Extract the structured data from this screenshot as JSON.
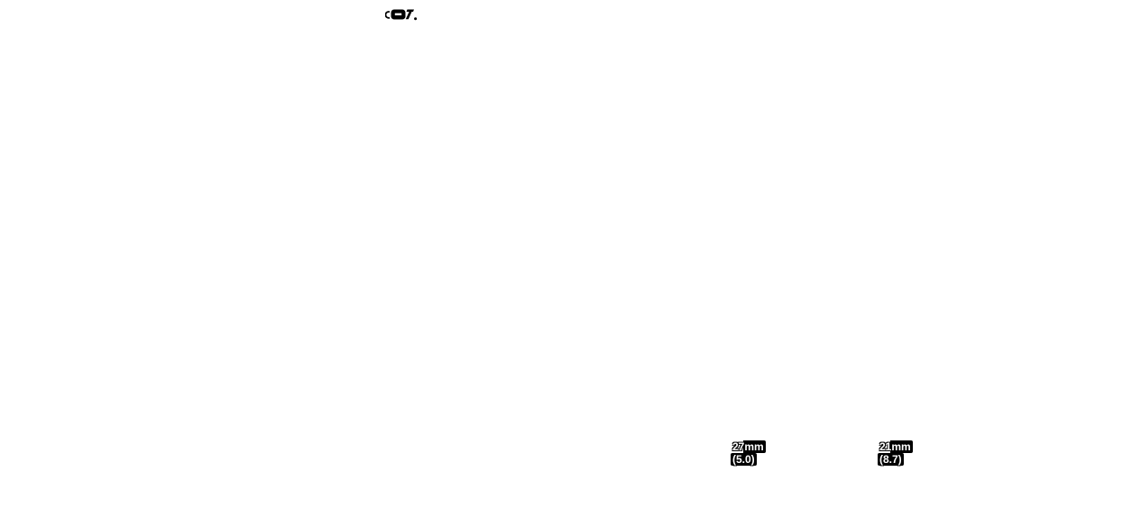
{
  "page": {
    "background_color": "#ffffff"
  },
  "top_glyph": {
    "description": "tiny dark glyph cluster: c-mark, dark pill with white dash, slash mark, dot",
    "icons": [
      "c-mark-icon",
      "dash-pill-icon",
      "slash-mark-icon",
      "dot-icon"
    ],
    "color": "#000000"
  },
  "measurements": [
    {
      "size": "27mm",
      "value": "(5.0)"
    },
    {
      "size": "21mm",
      "value": "(8.7)"
    }
  ],
  "colors": {
    "label_background": "#000000",
    "label_text": "#ffffff"
  }
}
